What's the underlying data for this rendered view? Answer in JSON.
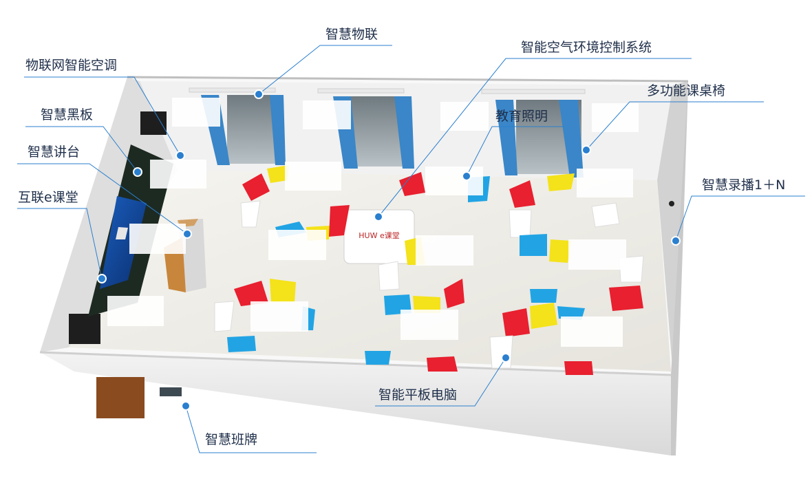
{
  "labels": {
    "iot": "智慧物联",
    "aircon": "物联网智能空调",
    "air_control": "智能空气环境控制系统",
    "desks": "多功能课桌椅",
    "blackboard": "智慧黑板",
    "lighting": "教育照明",
    "podium": "智慧讲台",
    "recording": "智慧录播1＋N",
    "e_class": "互联e课堂",
    "tablet": "智能平板电脑",
    "class_sign": "智慧班牌"
  },
  "brand": {
    "logo_text": "HUW e课堂"
  },
  "colors": {
    "accent": "#2a7fcf",
    "red": "#e8202f",
    "yellow": "#f4e21a",
    "blue": "#22a4e4",
    "curtain": "#3a86c8",
    "floor": "#f0efea",
    "wall": "#e8e8e8",
    "blackboard": "#1d2a22"
  }
}
